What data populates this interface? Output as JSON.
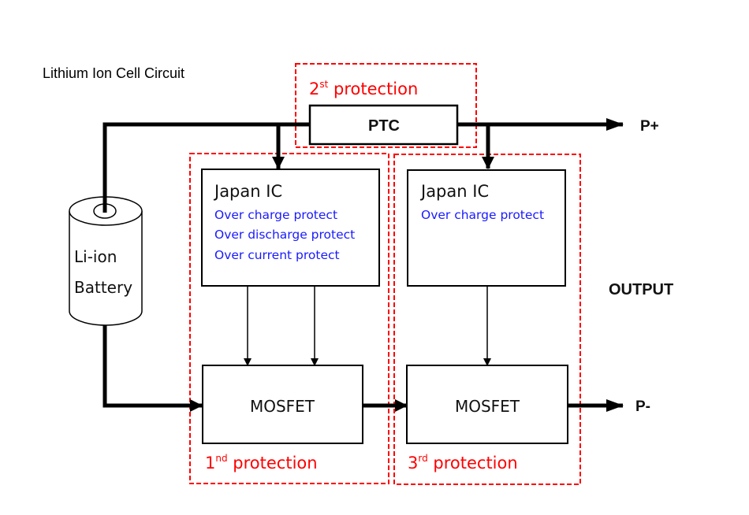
{
  "title": "Lithium Ion Cell Circuit",
  "colors": {
    "wire": "#000000",
    "protection_zone": "#ff0000",
    "protect_text": "#1a1aff"
  },
  "battery": {
    "line1": "Li-ion",
    "line2": "Battery"
  },
  "ptc": {
    "label": "PTC"
  },
  "ic_left": {
    "title": "Japan IC",
    "functions": [
      "Over charge protect",
      "Over discharge protect",
      "Over current protect"
    ]
  },
  "ic_right": {
    "title": "Japan IC",
    "functions": [
      "Over charge protect"
    ]
  },
  "mosfet_left": {
    "label": "MOSFET"
  },
  "mosfet_right": {
    "label": "MOSFET"
  },
  "zones": {
    "first": {
      "num": "1",
      "sup": "nd",
      "text": " protection"
    },
    "second": {
      "num": "2",
      "sup": "st",
      "text": " protection"
    },
    "third": {
      "num": "3",
      "sup": "rd",
      "text": " protection"
    }
  },
  "terminals": {
    "positive": "P+",
    "negative": "P-",
    "output": "OUTPUT"
  }
}
